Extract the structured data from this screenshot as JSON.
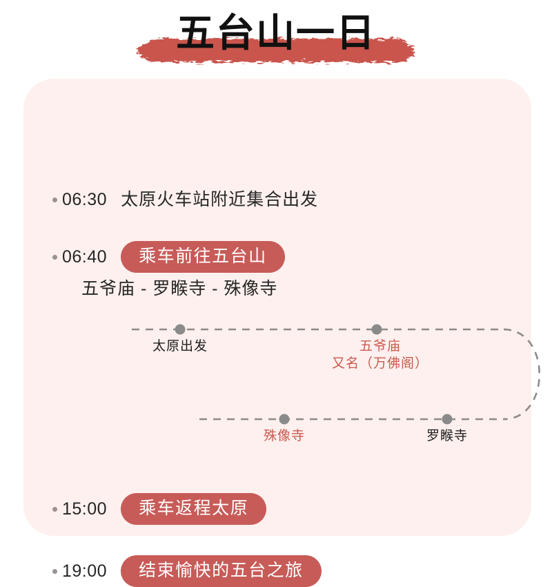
{
  "page": {
    "background_color": "#ffffff",
    "card_background": "#fdf0ee",
    "accent_red": "#c75b58",
    "brush_red": "#c9544e",
    "label_red": "#cb5a4f",
    "dot_gray": "#8a8a8a"
  },
  "header": {
    "title": "五台山一日",
    "brush_name": "red-brush-stroke"
  },
  "itinerary": {
    "entries": [
      {
        "time": "06:30",
        "style": "plain",
        "text": "太原火车站附近集合出发"
      },
      {
        "time": "06:40",
        "style": "pill",
        "text": "乘车前往五台山"
      },
      {
        "time": "15:00",
        "style": "pill",
        "text": "乘车返程太原"
      },
      {
        "time": "19:00",
        "style": "pill",
        "text": "结束愉快的五台之旅"
      }
    ]
  },
  "temple_sequence": "五爷庙 -  罗睺寺 - 殊像寺",
  "route": {
    "stops": [
      {
        "label": "太原出发",
        "sub": "",
        "color": "dark"
      },
      {
        "label": "五爷庙",
        "sub": "又名（万佛阁）",
        "color": "red"
      },
      {
        "label": "殊像寺",
        "sub": "",
        "color": "red"
      },
      {
        "label": "罗睺寺",
        "sub": "",
        "color": "dark"
      }
    ]
  }
}
